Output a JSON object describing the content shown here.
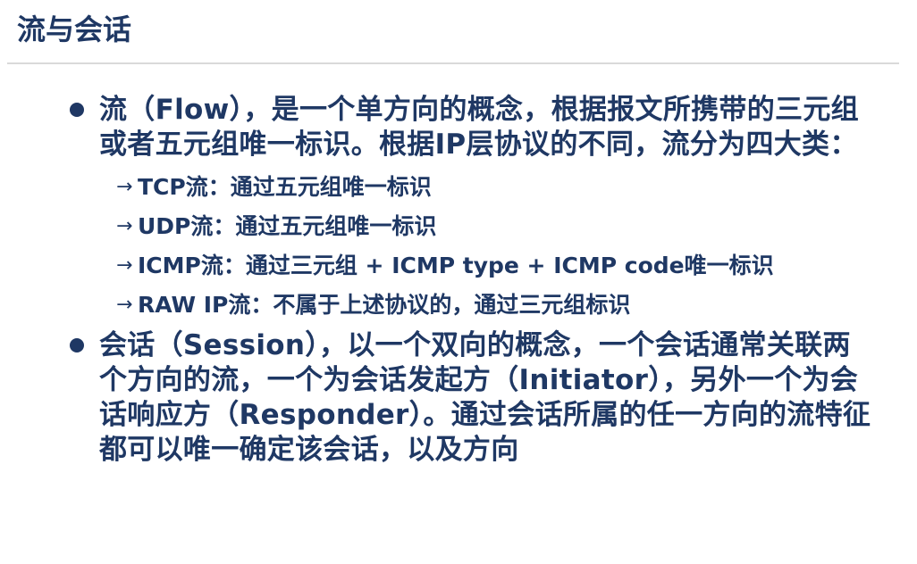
{
  "slide": {
    "title": "流与会话"
  },
  "bullets": [
    {
      "text": "流（Flow），是一个单方向的概念，根据报文所携带的三元组或者五元组唯一标识。根据IP层协议的不同，流分为四大类：",
      "subitems": [
        "TCP流：通过五元组唯一标识",
        "UDP流：通过五元组唯一标识",
        "ICMP流：通过三元组 + ICMP type + ICMP code唯一标识",
        "RAW IP流：不属于上述协议的，通过三元组标识"
      ]
    },
    {
      "text": "会话（Session），以一个双向的概念，一个会话通常关联两个方向的流，一个为会话发起方（Initiator），另外一个为会话响应方（Responder）。通过会话所属的任一方向的流特征都可以唯一确定该会话，以及方向"
    }
  ],
  "icons": {
    "bullet": "bullet-dot-icon",
    "subitem": "arrow-right-icon",
    "arrow_glyph": "→"
  },
  "colors": {
    "text": "#1f3864",
    "rule": "#d9d9d9"
  }
}
